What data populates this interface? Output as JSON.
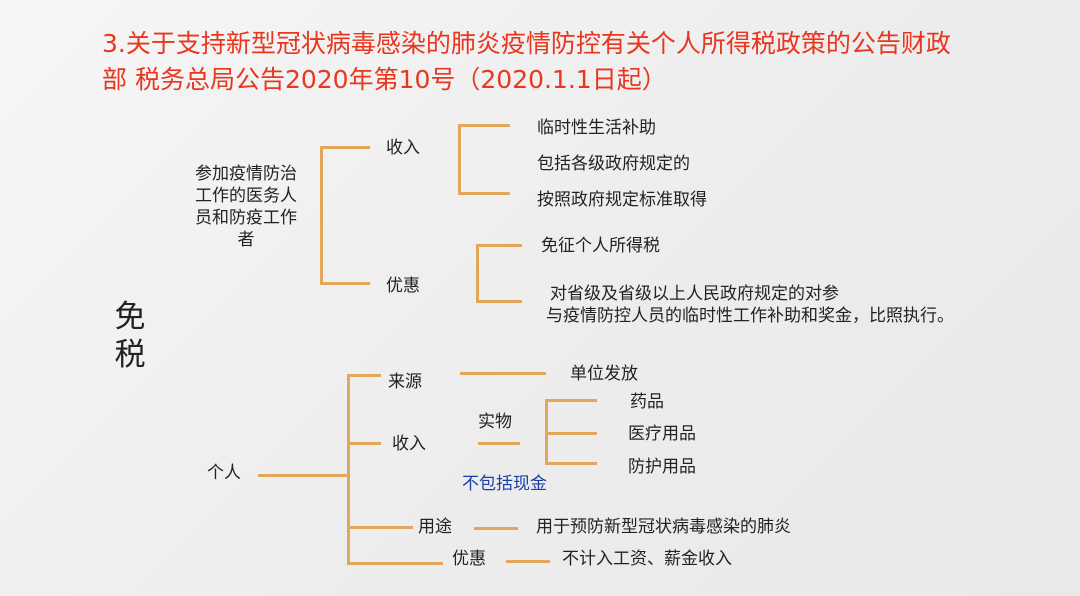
{
  "title": {
    "line1": "3.关于支持新型冠状病毒感染的肺炎疫情防控有关个人所得税政策的公告财政",
    "line2": "部 税务总局公告2020年第10号（2020.1.1日起）"
  },
  "side_label": [
    "免",
    "税"
  ],
  "upper": {
    "root": [
      "参加疫情防治",
      "工作的医务人",
      "员和防疫工作",
      "者"
    ],
    "income": {
      "label": "收入",
      "items": [
        "临时性生活补助",
        "包括各级政府规定的",
        "按照政府规定标准取得"
      ]
    },
    "benefit": {
      "label": "优惠",
      "items": [
        "免征个人所得税"
      ],
      "note": [
        "对省级及省级以上人民政府规定的对参",
        "与疫情防控人员的临时性工作补助和奖金，比照执行。"
      ]
    }
  },
  "lower": {
    "root": "个人",
    "source": {
      "label": "来源",
      "value": "单位发放"
    },
    "income": {
      "label": "收入",
      "kind": "实物",
      "items": [
        "药品",
        "医疗用品",
        "防护用品"
      ],
      "exclusion": "不包括现金"
    },
    "use": {
      "label": "用途",
      "value": "用于预防新型冠状病毒感染的肺炎"
    },
    "benefit": {
      "label": "优惠",
      "value": "不计入工资、薪金收入"
    }
  },
  "colors": {
    "title": "#e8361f",
    "connector": "#e0a85a",
    "exclusion_text": "#1a3ea8"
  }
}
